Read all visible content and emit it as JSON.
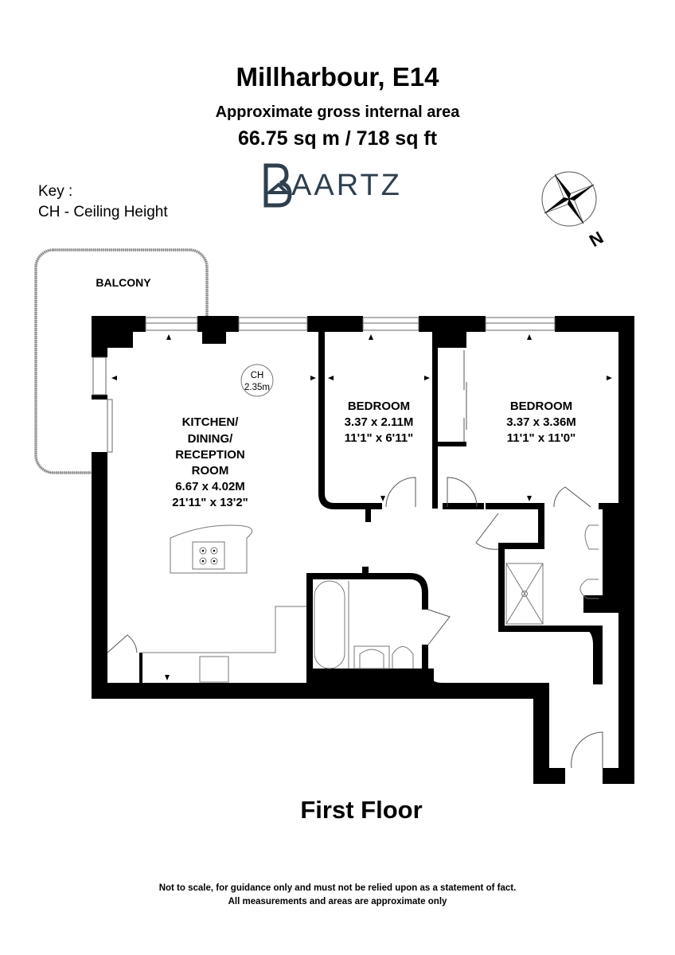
{
  "header": {
    "title": "Millharbour, E14",
    "subtitle": "Approximate gross internal area",
    "area": "66.75 sq m / 718 sq ft",
    "logo_text": "AARTZ",
    "logo_color": "#2f3f4e"
  },
  "key": {
    "heading": "Key :",
    "entry": "CH - Ceiling Height"
  },
  "compass": {
    "direction": "N"
  },
  "rooms": {
    "balcony": {
      "name": "BALCONY"
    },
    "kitchen": {
      "line1": "KITCHEN/",
      "line2": "DINING/",
      "line3": "RECEPTION",
      "line4": "ROOM",
      "metric": "6.67 x 4.02M",
      "imperial": "21'11\" x 13'2\""
    },
    "bedroom1": {
      "name": "BEDROOM",
      "metric": "3.37 x 2.11M",
      "imperial": "11'1\" x 6'11\""
    },
    "bedroom2": {
      "name": "BEDROOM",
      "metric": "3.37 x 3.36M",
      "imperial": "11'1\" x 11'0\""
    }
  },
  "ceiling_height": {
    "label": "CH",
    "value": "2.35m"
  },
  "floor_label": "First Floor",
  "disclaimer": {
    "line1": "Not to scale, for guidance only and must not be relied upon as a statement of fact.",
    "line2": "All measurements and areas are approximate only"
  }
}
